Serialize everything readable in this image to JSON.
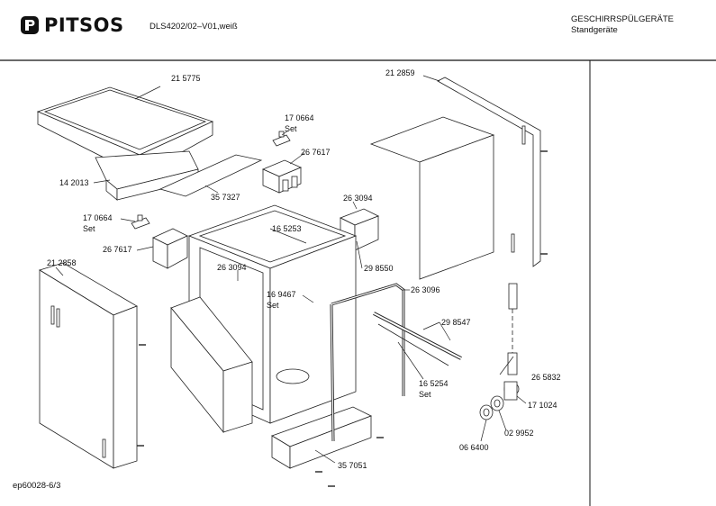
{
  "header": {
    "brand": "PITSOS",
    "model": "DLS4202/02–V01,weiß",
    "category_line1": "GESCHIRRSPÜLGERÄTE",
    "category_line2": "Standgeräte"
  },
  "footer": {
    "drawing_id": "ep60028-6/3"
  },
  "part_labels": [
    {
      "id": "p215775",
      "text": "21 5775"
    },
    {
      "id": "p170664a",
      "text": "17 0664"
    },
    {
      "id": "set_a",
      "text": "Set"
    },
    {
      "id": "p267617a",
      "text": "26 7617"
    },
    {
      "id": "p142013",
      "text": "14 2013"
    },
    {
      "id": "p357327",
      "text": "35 7327"
    },
    {
      "id": "p212859",
      "text": "21 2859"
    },
    {
      "id": "p263094a",
      "text": "26 3094"
    },
    {
      "id": "p170664b",
      "text": "17 0664"
    },
    {
      "id": "set_b",
      "text": "Set"
    },
    {
      "id": "p165253",
      "text": "16 5253"
    },
    {
      "id": "p267617b",
      "text": "26 7617"
    },
    {
      "id": "p212858",
      "text": "21 2858"
    },
    {
      "id": "p298550",
      "text": "29 8550"
    },
    {
      "id": "p263094b",
      "text": "26 3094"
    },
    {
      "id": "p169467",
      "text": "16 9467"
    },
    {
      "id": "set_c",
      "text": "Set"
    },
    {
      "id": "p263096",
      "text": "26 3096"
    },
    {
      "id": "p298547",
      "text": "29 8547"
    },
    {
      "id": "p265832",
      "text": "26 5832"
    },
    {
      "id": "p165254",
      "text": "16 5254"
    },
    {
      "id": "set_d",
      "text": "Set"
    },
    {
      "id": "p171024",
      "text": "17 1024"
    },
    {
      "id": "p029952",
      "text": "02 9952"
    },
    {
      "id": "p066400",
      "text": "06 6400"
    },
    {
      "id": "p357051",
      "text": "35 7051"
    }
  ]
}
